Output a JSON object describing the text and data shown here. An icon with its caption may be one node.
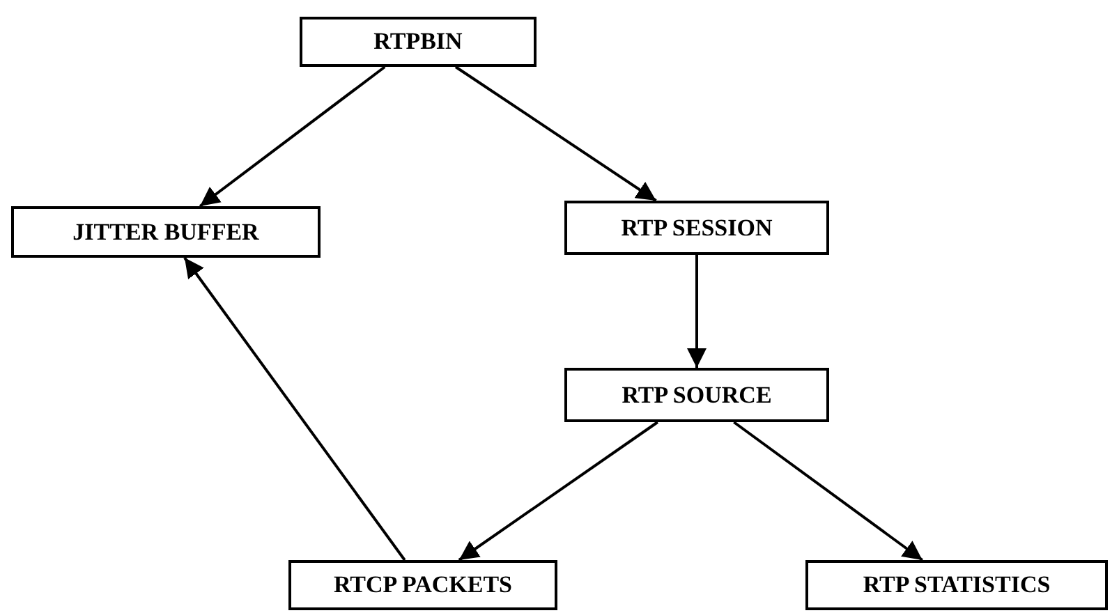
{
  "diagram": {
    "nodes": [
      {
        "text": [
          "RTPBIN"
        ]
      },
      {
        "text": [
          "JITTER BUFFER"
        ]
      },
      {
        "text": [
          "RTP SESSION"
        ]
      },
      {
        "text": [
          "RTP SOURCE"
        ]
      },
      {
        "text": [
          "RTCP PACKETS"
        ]
      },
      {
        "text": [
          "RTP STATISTICS"
        ]
      }
    ],
    "edges": [
      {
        "from": 0,
        "to": 1,
        "arrow": "to"
      },
      {
        "from": 0,
        "to": 2,
        "arrow": "to"
      },
      {
        "from": 2,
        "to": 3,
        "arrow": "to"
      },
      {
        "from": 3,
        "to": 4,
        "arrow": "to"
      },
      {
        "from": 3,
        "to": 5,
        "arrow": "to"
      },
      {
        "from": 4,
        "to": 1,
        "arrow": "to"
      }
    ]
  }
}
